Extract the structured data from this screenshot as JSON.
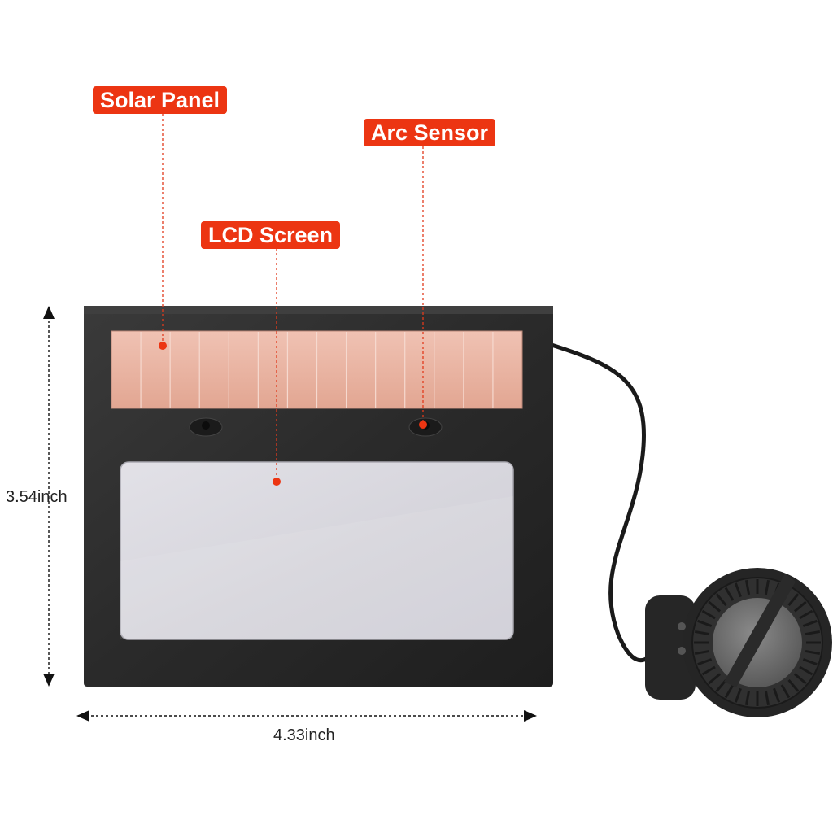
{
  "callouts": {
    "solar_panel": "Solar Panel",
    "arc_sensor": "Arc Sensor",
    "lcd_screen": "LCD Screen"
  },
  "dimensions": {
    "height": "3.54inch",
    "width": "4.33inch"
  },
  "colors": {
    "callout_bg": "#ec3512",
    "leader_line": "#e23a1c",
    "marker_dot": "#ec3512",
    "filter_body": "#2c2c2c",
    "solar_panel": "#e9b3a3",
    "lcd_lens": "#d9d8df",
    "dimension_arrow": "#111111"
  }
}
